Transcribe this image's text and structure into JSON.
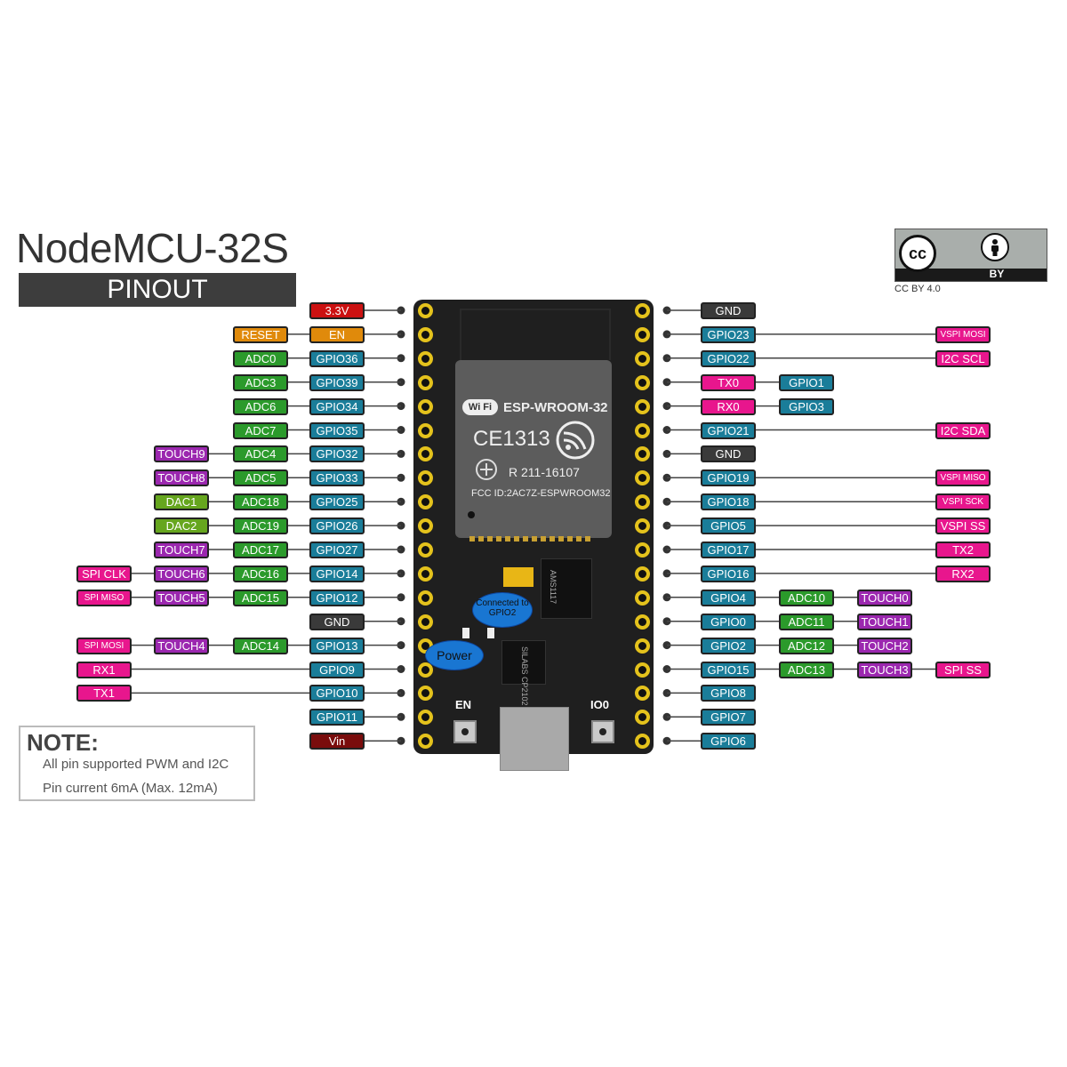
{
  "header": {
    "title": "NodeMCU-32S",
    "subtitle": "PINOUT"
  },
  "license": {
    "cc": "cc",
    "by": "BY",
    "caption": "CC BY 4.0"
  },
  "module": {
    "wifi": "Wi Fi",
    "name": "ESP-WROOM-32",
    "ce": "CE1313",
    "cert": "R 211-16107",
    "fcc": "FCC ID:2AC7Z-ESPWROOM32"
  },
  "board": {
    "regulator": "AMS1117",
    "usb_chip": "SILABS CP2102",
    "btn_en": "EN",
    "btn_io0": "IO0",
    "bubble_gpio2": "Connected to GPIO2",
    "bubble_power": "Power"
  },
  "colors": {
    "power": "#cc1111",
    "gnd": "#3a3a3a",
    "en": "#e08a0b",
    "gpio": "#1a7d99",
    "adc": "#2b9a2b",
    "touch": "#9b27af",
    "func": "#e8168d",
    "dac": "#66a61e",
    "vin": "#7a0c0c"
  },
  "left_pins": [
    [
      {
        "t": "3.3V",
        "c": "power"
      }
    ],
    [
      {
        "t": "EN",
        "c": "en"
      },
      {
        "t": "RESET",
        "c": "en"
      }
    ],
    [
      {
        "t": "GPIO36",
        "c": "gpio"
      },
      {
        "t": "ADC0",
        "c": "adc"
      }
    ],
    [
      {
        "t": "GPIO39",
        "c": "gpio"
      },
      {
        "t": "ADC3",
        "c": "adc"
      }
    ],
    [
      {
        "t": "GPIO34",
        "c": "gpio"
      },
      {
        "t": "ADC6",
        "c": "adc"
      }
    ],
    [
      {
        "t": "GPIO35",
        "c": "gpio"
      },
      {
        "t": "ADC7",
        "c": "adc"
      }
    ],
    [
      {
        "t": "GPIO32",
        "c": "gpio"
      },
      {
        "t": "ADC4",
        "c": "adc"
      },
      {
        "t": "TOUCH9",
        "c": "touch"
      }
    ],
    [
      {
        "t": "GPIO33",
        "c": "gpio"
      },
      {
        "t": "ADC5",
        "c": "adc"
      },
      {
        "t": "TOUCH8",
        "c": "touch"
      }
    ],
    [
      {
        "t": "GPIO25",
        "c": "gpio"
      },
      {
        "t": "ADC18",
        "c": "adc"
      },
      {
        "t": "DAC1",
        "c": "dac"
      }
    ],
    [
      {
        "t": "GPIO26",
        "c": "gpio"
      },
      {
        "t": "ADC19",
        "c": "adc"
      },
      {
        "t": "DAC2",
        "c": "dac"
      }
    ],
    [
      {
        "t": "GPIO27",
        "c": "gpio"
      },
      {
        "t": "ADC17",
        "c": "adc"
      },
      {
        "t": "TOUCH7",
        "c": "touch"
      }
    ],
    [
      {
        "t": "GPIO14",
        "c": "gpio"
      },
      {
        "t": "ADC16",
        "c": "adc"
      },
      {
        "t": "TOUCH6",
        "c": "touch"
      },
      {
        "t": "SPI CLK",
        "c": "func"
      }
    ],
    [
      {
        "t": "GPIO12",
        "c": "gpio"
      },
      {
        "t": "ADC15",
        "c": "adc"
      },
      {
        "t": "TOUCH5",
        "c": "touch"
      },
      {
        "t": "SPI MISO",
        "c": "func",
        "s": 1
      }
    ],
    [
      {
        "t": "GND",
        "c": "gnd"
      }
    ],
    [
      {
        "t": "GPIO13",
        "c": "gpio"
      },
      {
        "t": "ADC14",
        "c": "adc"
      },
      {
        "t": "TOUCH4",
        "c": "touch"
      },
      {
        "t": "SPI MOSI",
        "c": "func",
        "s": 1
      }
    ],
    [
      {
        "t": "GPIO9",
        "c": "gpio"
      },
      {
        "t": "RX1",
        "c": "func",
        "far": 1
      }
    ],
    [
      {
        "t": "GPIO10",
        "c": "gpio"
      },
      {
        "t": "TX1",
        "c": "func",
        "far": 1
      }
    ],
    [
      {
        "t": "GPIO11",
        "c": "gpio"
      }
    ],
    [
      {
        "t": "Vin",
        "c": "vin"
      }
    ]
  ],
  "right_pins": [
    [
      {
        "t": "GND",
        "c": "gnd"
      }
    ],
    [
      {
        "t": "GPIO23",
        "c": "gpio"
      },
      {
        "t": "VSPI MOSI",
        "c": "func",
        "s": 1,
        "far": 1
      }
    ],
    [
      {
        "t": "GPIO22",
        "c": "gpio"
      },
      {
        "t": "I2C SCL",
        "c": "func",
        "far": 1
      }
    ],
    [
      {
        "t": "TX0",
        "c": "func"
      },
      {
        "t": "GPIO1",
        "c": "gpio"
      }
    ],
    [
      {
        "t": "RX0",
        "c": "func"
      },
      {
        "t": "GPIO3",
        "c": "gpio"
      }
    ],
    [
      {
        "t": "GPIO21",
        "c": "gpio"
      },
      {
        "t": "I2C SDA",
        "c": "func",
        "far": 1
      }
    ],
    [
      {
        "t": "GND",
        "c": "gnd"
      }
    ],
    [
      {
        "t": "GPIO19",
        "c": "gpio"
      },
      {
        "t": "VSPI MISO",
        "c": "func",
        "s": 1,
        "far": 1
      }
    ],
    [
      {
        "t": "GPIO18",
        "c": "gpio"
      },
      {
        "t": "VSPI SCK",
        "c": "func",
        "s": 1,
        "far": 1
      }
    ],
    [
      {
        "t": "GPIO5",
        "c": "gpio"
      },
      {
        "t": "VSPI SS",
        "c": "func",
        "far": 1
      }
    ],
    [
      {
        "t": "GPIO17",
        "c": "gpio"
      },
      {
        "t": "TX2",
        "c": "func",
        "far": 1
      }
    ],
    [
      {
        "t": "GPIO16",
        "c": "gpio"
      },
      {
        "t": "RX2",
        "c": "func",
        "far": 1
      }
    ],
    [
      {
        "t": "GPIO4",
        "c": "gpio"
      },
      {
        "t": "ADC10",
        "c": "adc"
      },
      {
        "t": "TOUCH0",
        "c": "touch"
      }
    ],
    [
      {
        "t": "GPIO0",
        "c": "gpio"
      },
      {
        "t": "ADC11",
        "c": "adc"
      },
      {
        "t": "TOUCH1",
        "c": "touch"
      }
    ],
    [
      {
        "t": "GPIO2",
        "c": "gpio"
      },
      {
        "t": "ADC12",
        "c": "adc"
      },
      {
        "t": "TOUCH2",
        "c": "touch"
      }
    ],
    [
      {
        "t": "GPIO15",
        "c": "gpio"
      },
      {
        "t": "ADC13",
        "c": "adc"
      },
      {
        "t": "TOUCH3",
        "c": "touch"
      },
      {
        "t": "SPI SS",
        "c": "func"
      }
    ],
    [
      {
        "t": "GPIO8",
        "c": "gpio"
      }
    ],
    [
      {
        "t": "GPIO7",
        "c": "gpio"
      }
    ],
    [
      {
        "t": "GPIO6",
        "c": "gpio"
      }
    ]
  ],
  "note": {
    "title": "NOTE:",
    "line1": "All pin supported PWM and I2C",
    "line2": "Pin current 6mA (Max. 12mA)"
  }
}
